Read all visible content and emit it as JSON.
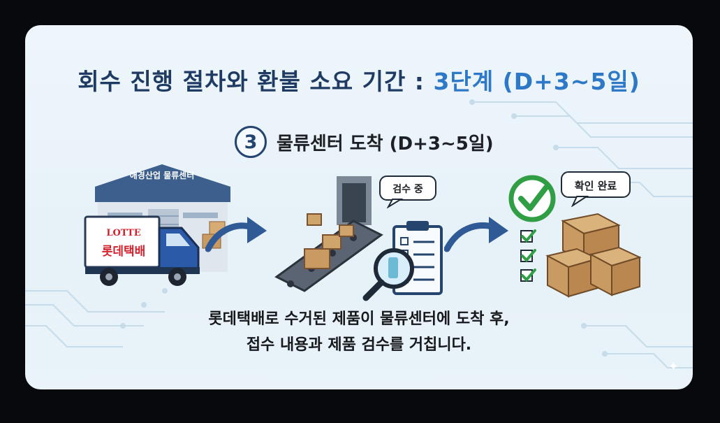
{
  "title": {
    "main": "회수 진행 절차와 환불 소요 기간 :",
    "highlight": "3단계 (D+3~5일)"
  },
  "step": {
    "number": "3",
    "title": "물류센터 도착 (D+3~5일)"
  },
  "warehouse": {
    "sign": "애경산업 물류센터"
  },
  "truck": {
    "brand_line1": "LOTTE",
    "brand_line2": "롯데택배"
  },
  "inspection": {
    "bubble": "검수 중"
  },
  "complete": {
    "bubble": "확인 완료"
  },
  "caption": {
    "line1": "롯데택배로 수거된 제품이 물류센터에 도착 후,",
    "line2": "접수 내용과 제품 검수를 거칩니다."
  },
  "colors": {
    "navy": "#1f3b63",
    "accent_blue": "#2d79c7",
    "truck_blue": "#2a5aa8",
    "check_green": "#2f9e44",
    "box_brown": "#c99a62"
  }
}
